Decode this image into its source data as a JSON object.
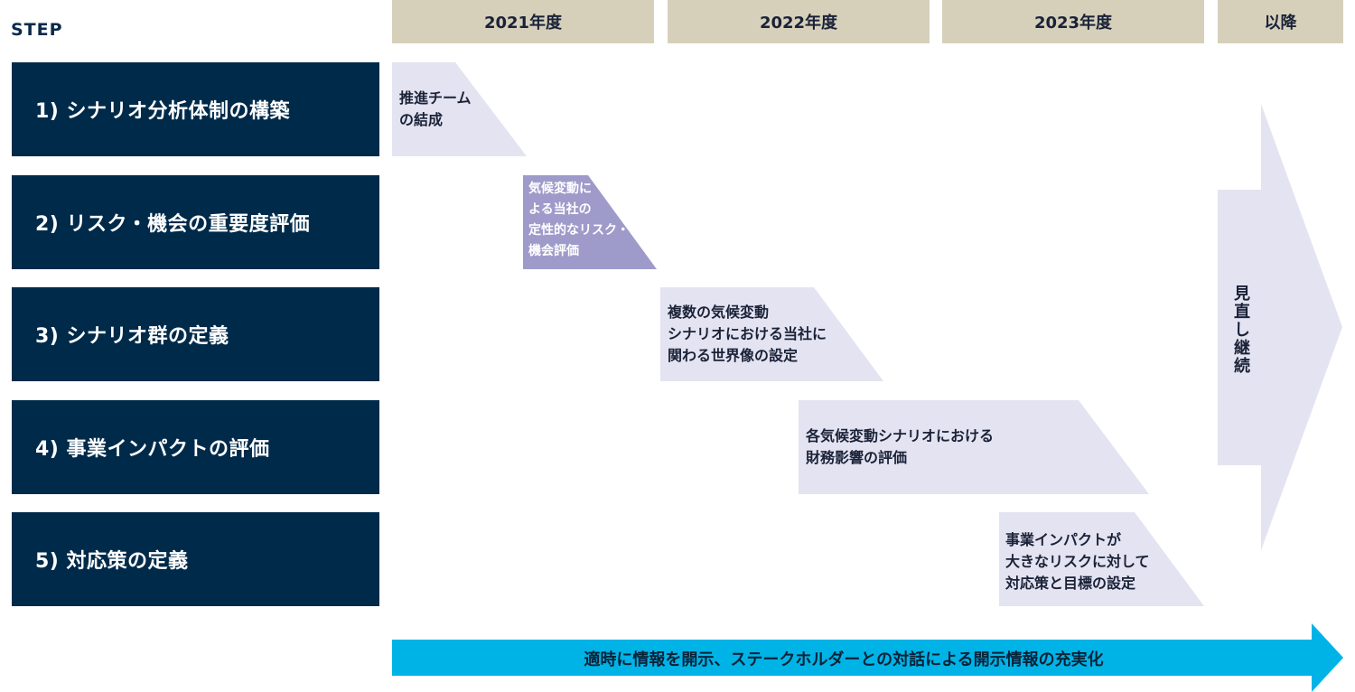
{
  "header": {
    "step_label": "STEP",
    "years": [
      "2021年度",
      "2022年度",
      "2023年度",
      "以降"
    ]
  },
  "steps": [
    "1) シナリオ分析体制の構築",
    "2) リスク・機会の重要度評価",
    "3) シナリオ群の定義",
    "4) 事業インパクトの評価",
    "5) 対応策の定義"
  ],
  "tasks": [
    "推進チーム\nの結成",
    "気候変動に\nよる当社の\n定性的なリスク・\n機会評価",
    "複数の気候変動\nシナリオにおける当社に\n関わる世界像の設定",
    "各気候変動シナリオにおける\n財務影響の評価",
    "事業インパクトが\n大きなリスクに対して\n対応策と目標の設定"
  ],
  "continue_label": "見直し継続",
  "bottom_arrow_label": "適時に情報を開示、ステークホルダーとの対話による開示情報の充実化",
  "colors": {
    "navy": "#002a4a",
    "year_bg": "#d6d0bb",
    "task_light": "#e4e3f1",
    "task_highlight": "#9e9bca",
    "arrow_blue": "#00b3e6"
  }
}
